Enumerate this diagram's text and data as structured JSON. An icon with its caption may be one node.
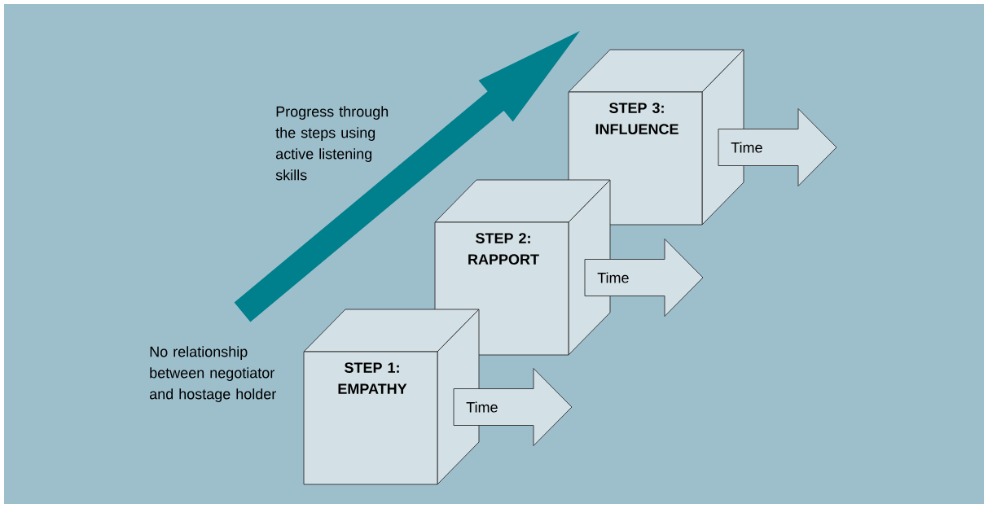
{
  "diagram": {
    "nodes": [
      {
        "text": [
          "STEP 1: EMPATHY"
        ]
      },
      {
        "text": [
          "STEP 2: RAPPORT"
        ]
      },
      {
        "text": [
          "STEP 3: INFLUENCE"
        ]
      }
    ],
    "edges": [
      {
        "from": 0,
        "to": null,
        "arrow": "to",
        "label": "Time"
      },
      {
        "from": 1,
        "to": null,
        "arrow": "to",
        "label": "Time"
      },
      {
        "from": 2,
        "to": null,
        "arrow": "to",
        "label": "Time"
      }
    ],
    "labels": [
      "Progress through the steps using active listening skills",
      "No relationship between negotiator and hostage holder"
    ]
  }
}
